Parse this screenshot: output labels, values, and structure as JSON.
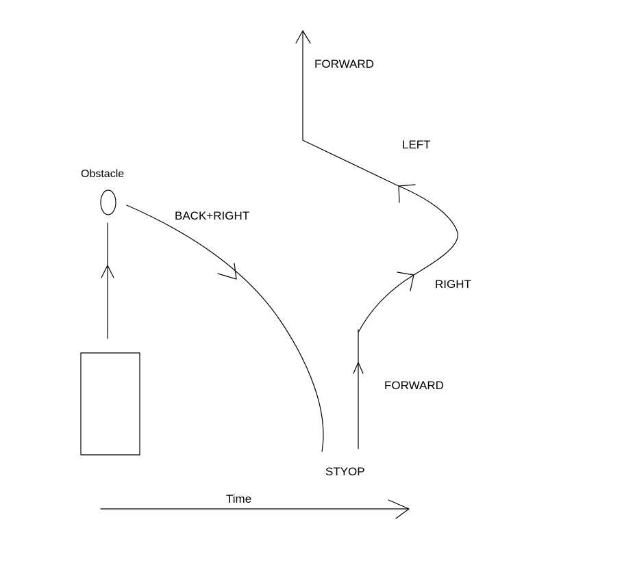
{
  "labels": {
    "obstacle": "Obstacle",
    "back_right": "BACK+RIGHT",
    "forward_top": "FORWARD",
    "left": "LEFT",
    "right": "RIGHT",
    "forward_bottom": "FORWARD",
    "stop": "STYOP",
    "time": "Time"
  },
  "colors": {
    "stroke": "#000000",
    "background": "#ffffff"
  }
}
